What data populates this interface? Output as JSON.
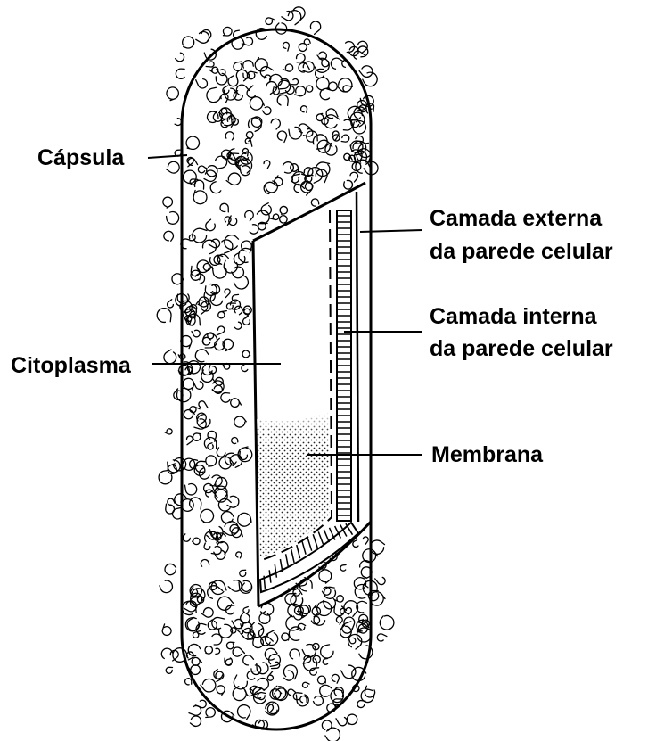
{
  "labels": {
    "capsule": "Cápsula",
    "cytoplasm": "Citoplasma",
    "outer_wall": [
      "Camada externa",
      "da parede celular"
    ],
    "inner_wall": [
      "Camada interna",
      "da parede celular"
    ],
    "membrane": "Membrana"
  },
  "colors": {
    "ink": "#000000",
    "background": "#ffffff"
  }
}
